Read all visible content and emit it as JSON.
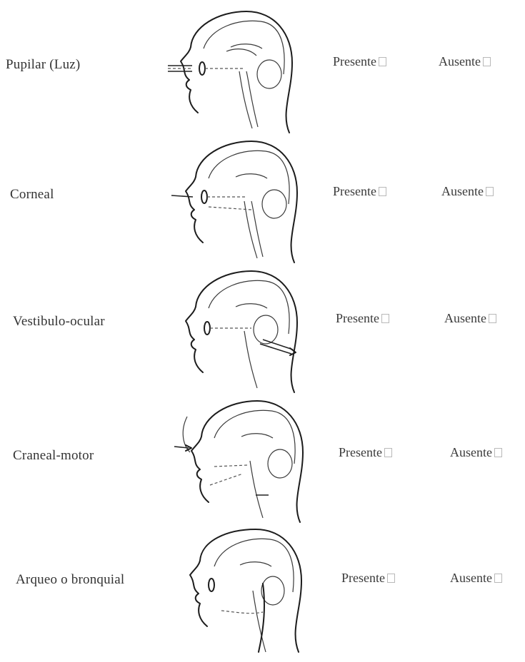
{
  "options": {
    "present": "Presente",
    "absent": "Ausente"
  },
  "reflexes": [
    {
      "label": "Pupilar (Luz)",
      "stimulus": "light-beam"
    },
    {
      "label": "Corneal",
      "stimulus": "cotton-touch"
    },
    {
      "label": "Vestibulo-ocular",
      "stimulus": "ear-irrigation"
    },
    {
      "label": "Craneal-motor",
      "stimulus": "supraorbital-pressure"
    },
    {
      "label": "Arqueo o bronquial",
      "stimulus": "tracheal-catheter"
    }
  ]
}
